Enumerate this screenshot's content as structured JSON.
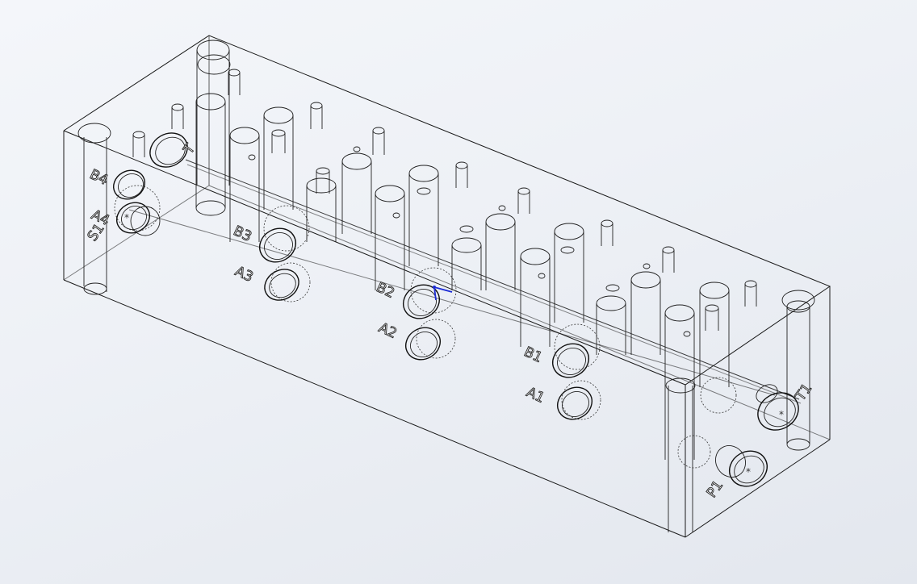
{
  "viewport": {
    "model": "manifold-block",
    "selection_color": "#1b2bd6",
    "edge_color": "#1a1a1a"
  },
  "ports": {
    "b4": "B4",
    "a4": "A4",
    "s1": "S1",
    "t_top": "T",
    "b3": "B3",
    "a3": "A3",
    "b2": "B2",
    "a2": "A2",
    "b1": "B1",
    "a1": "A1",
    "t1": "T1",
    "p1": "P1"
  }
}
